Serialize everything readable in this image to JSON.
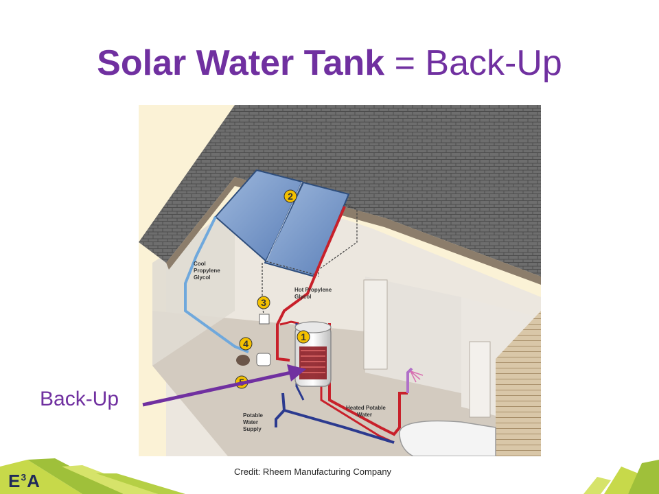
{
  "title": {
    "bold": "Solar Water Tank",
    "rest": " = Back-Up"
  },
  "callout": {
    "label": "Back-Up"
  },
  "diagram": {
    "labels": {
      "cool": [
        "Cool",
        "Propylene",
        "Glycol"
      ],
      "hot": [
        "Hot Propylene",
        "Glycol"
      ],
      "heated": [
        "Heated Potable",
        "Water"
      ],
      "supply": [
        "Potable",
        "Water",
        "Supply"
      ]
    },
    "markers": [
      "1",
      "2",
      "3",
      "4",
      "5"
    ]
  },
  "credit": "Credit: Rheem Manufacturing Company",
  "logo": {
    "main": "E",
    "sup": "3",
    "end": "A"
  },
  "colors": {
    "accent": "#7030a0",
    "hot_pipe": "#c8202a",
    "cool_pipe": "#6fa8dc",
    "supply_pipe": "#2b3a8f",
    "marker": "#f3c000"
  }
}
